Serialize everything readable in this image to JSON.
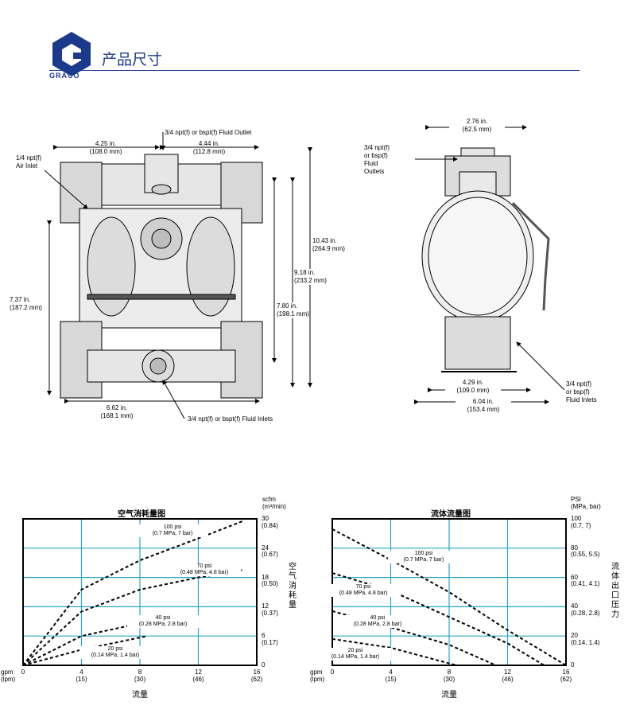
{
  "header": {
    "logo_text": "GRACO",
    "title": "产品尺寸"
  },
  "dimensions": {
    "front": {
      "outlet": "3/4 npt(f) or bspt(f) Fluid Outlet",
      "air_inlet": [
        "1/4 npt(f)",
        "Air Inlet"
      ],
      "w_left": [
        "4.25 in.",
        "(108.0 mm)"
      ],
      "w_right": [
        "4.44 in.",
        "(112.8 mm)"
      ],
      "h_total": [
        "10.43 in.",
        "(264.9 mm)"
      ],
      "h_918": [
        "9.18 in.",
        "(233.2 mm)"
      ],
      "h_780": [
        "7.80 in.",
        "(198.1 mm)"
      ],
      "h_737": [
        "7.37 in.",
        "(187.2 mm)"
      ],
      "base_w": [
        "6.62 in.",
        "(168.1 mm)"
      ],
      "inlets": "3/4 npt(f) or bspt(f) Fluid Inlets"
    },
    "side": {
      "top_w": [
        "2.76 in.",
        "(62.5 mm)"
      ],
      "outlets": [
        "3/4 npt(f)",
        "or bsp(f)",
        "Fluid",
        "Outlets"
      ],
      "base_429": [
        "4.29 in.",
        "(109.0 mm)"
      ],
      "base_604": [
        "6.04 in.",
        "(153.4 mm)"
      ],
      "inlets": [
        "3/4 npt(f)",
        "or bsp(f)",
        "Fluid Inlets"
      ]
    }
  },
  "air_chart": {
    "title": "空气消耗量图",
    "x_unit": [
      "gpm",
      "(lpm)"
    ],
    "x_ticks": [
      [
        "0",
        ""
      ],
      [
        "4",
        "(15)"
      ],
      [
        "8",
        "(30)"
      ],
      [
        "12",
        "(46)"
      ],
      [
        "16",
        "(62)"
      ]
    ],
    "y_unit": [
      "scfm",
      "(m³/min)"
    ],
    "y_ticks": [
      [
        "30",
        "(0.84)"
      ],
      [
        "24",
        "(0.67)"
      ],
      [
        "18",
        "(0.50)"
      ],
      [
        "12",
        "(0.37)"
      ],
      [
        "6",
        "(0.17)"
      ],
      [
        "0",
        ""
      ]
    ],
    "y_name": "空气消耗量",
    "x_name": "流量",
    "curves": [
      [
        "100 psi",
        "(0.7 MPa, 7 bar)"
      ],
      [
        "70 psi",
        "(0.48 MPa, 4.8 bar)"
      ],
      [
        "40 psi",
        "(0.28 MPa, 2.8 bar)"
      ],
      [
        "20 psi",
        "(0.14 MPa, 1.4 bar)"
      ]
    ]
  },
  "flow_chart": {
    "title": "流体流量图",
    "x_unit": [
      "gpm",
      "(lpm)"
    ],
    "x_ticks": [
      [
        "0",
        ""
      ],
      [
        "4",
        "(15)"
      ],
      [
        "8",
        "(30)"
      ],
      [
        "12",
        "(46)"
      ],
      [
        "16",
        "(62)"
      ]
    ],
    "y_unit": [
      "PSI",
      "(MPa, bar)"
    ],
    "y_ticks": [
      [
        "100",
        "(0.7, 7)"
      ],
      [
        "80",
        "(0.55, 5.5)"
      ],
      [
        "60",
        "(0.41, 4.1)"
      ],
      [
        "40",
        "(0.28, 2.8)"
      ],
      [
        "20",
        "(0.14, 1.4)"
      ],
      [
        "0",
        ""
      ]
    ],
    "y_name": "流体出口压力",
    "x_name": "流量",
    "curves": [
      [
        "100 psi",
        "(0.7 MPa, 7 bar)"
      ],
      [
        "70 psi",
        "(0.48 MPa, 4.8 bar)"
      ],
      [
        "40 psi",
        "(0.28 MPa, 2.8 bar)"
      ],
      [
        "20 psi",
        "(0.14 MPa, 1.4 bar)"
      ]
    ]
  },
  "chart_data": [
    {
      "type": "line",
      "title": "空气消耗量图",
      "xlabel": "流量",
      "ylabel": "空气消耗量",
      "xlim": [
        0,
        16
      ],
      "ylim": [
        0,
        30
      ],
      "grid": true,
      "series": [
        {
          "name": "100 psi",
          "x": [
            0,
            4,
            8,
            12,
            15
          ],
          "y": [
            0,
            15.5,
            21.5,
            26,
            29.5
          ]
        },
        {
          "name": "70 psi",
          "x": [
            0,
            4,
            8,
            12,
            15
          ],
          "y": [
            0,
            11,
            15.5,
            18,
            19.5
          ]
        },
        {
          "name": "40 psi",
          "x": [
            0,
            4,
            8,
            10.5
          ],
          "y": [
            0,
            6,
            8.6,
            9.8
          ]
        },
        {
          "name": "20 psi",
          "x": [
            0,
            4,
            8.5
          ],
          "y": [
            0,
            3.2,
            6
          ]
        }
      ]
    },
    {
      "type": "line",
      "title": "流体流量图",
      "xlabel": "流量",
      "ylabel": "流体出口压力",
      "xlim": [
        0,
        16
      ],
      "ylim": [
        0,
        100
      ],
      "grid": true,
      "series": [
        {
          "name": "100 psi",
          "x": [
            0,
            4,
            8,
            12,
            16
          ],
          "y": [
            93,
            72,
            50,
            24,
            0
          ]
        },
        {
          "name": "70 psi",
          "x": [
            0,
            4,
            8,
            12,
            14.5
          ],
          "y": [
            63,
            51,
            33,
            15,
            0
          ]
        },
        {
          "name": "40 psi",
          "x": [
            0,
            4,
            8,
            11.2
          ],
          "y": [
            37,
            26,
            14,
            0
          ]
        },
        {
          "name": "20 psi",
          "x": [
            0,
            4,
            8.5
          ],
          "y": [
            18,
            12,
            0
          ]
        }
      ]
    }
  ]
}
